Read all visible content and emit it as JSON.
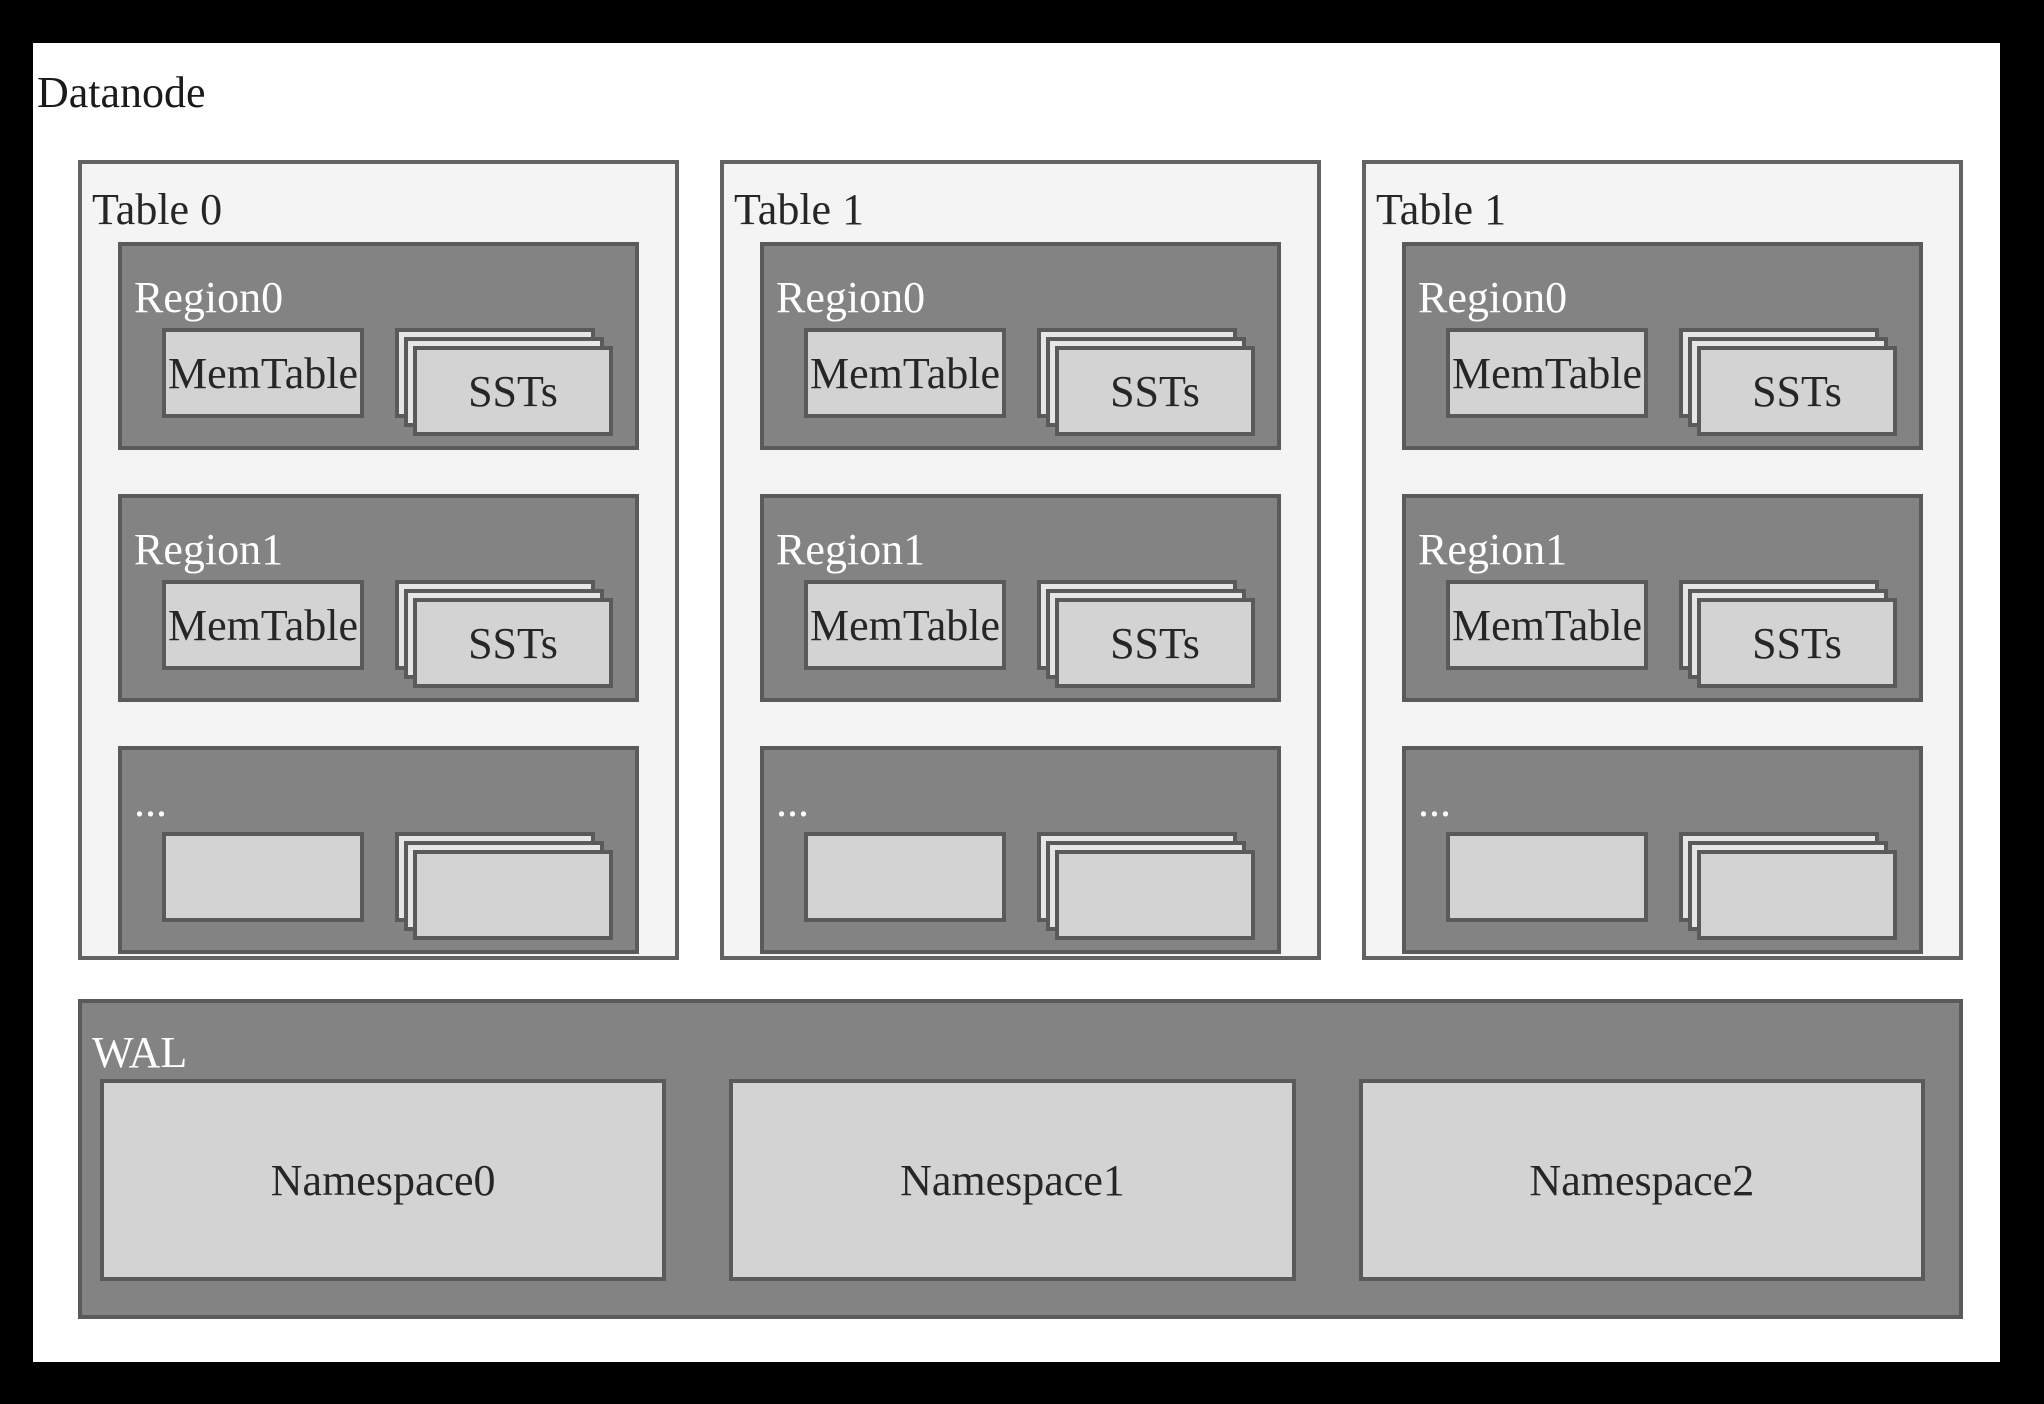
{
  "title": "Datanode",
  "colors": {
    "frame": "#000000",
    "canvas_bg": "#ffffff",
    "table_bg": "#f4f4f4",
    "table_border": "#636363",
    "region_bg": "#838383",
    "region_border": "#5a5a5a",
    "light_box_bg": "#d3d3d3",
    "stack_back_bg": "#e6e6e6",
    "text_dark": "#262626",
    "text_light": "#ffffff"
  },
  "tables": [
    {
      "label": "Table 0",
      "regions": [
        {
          "label": "Region0",
          "memtable": "MemTable",
          "ssts": "SSTs"
        },
        {
          "label": "Region1",
          "memtable": "MemTable",
          "ssts": "SSTs"
        },
        {
          "label": "...",
          "memtable": "",
          "ssts": ""
        }
      ]
    },
    {
      "label": "Table 1",
      "regions": [
        {
          "label": "Region0",
          "memtable": "MemTable",
          "ssts": "SSTs"
        },
        {
          "label": "Region1",
          "memtable": "MemTable",
          "ssts": "SSTs"
        },
        {
          "label": "...",
          "memtable": "",
          "ssts": ""
        }
      ]
    },
    {
      "label": "Table 1",
      "regions": [
        {
          "label": "Region0",
          "memtable": "MemTable",
          "ssts": "SSTs"
        },
        {
          "label": "Region1",
          "memtable": "MemTable",
          "ssts": "SSTs"
        },
        {
          "label": "...",
          "memtable": "",
          "ssts": ""
        }
      ]
    }
  ],
  "wal": {
    "label": "WAL",
    "namespaces": [
      "Namespace0",
      "Namespace1",
      "Namespace2"
    ]
  }
}
